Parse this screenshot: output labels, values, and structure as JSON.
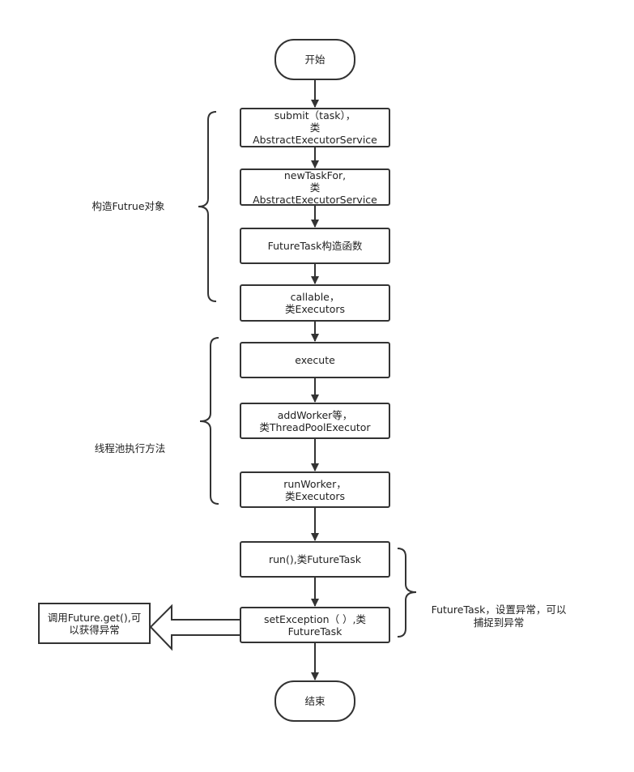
{
  "nodes": {
    "start": {
      "lines": [
        "开始"
      ]
    },
    "submit": {
      "lines": [
        "submit（task），",
        "类",
        "AbstractExecutorService"
      ]
    },
    "newTaskFor": {
      "lines": [
        "newTaskFor,",
        "类",
        "AbstractExecutorService"
      ]
    },
    "futureTaskCtor": {
      "lines": [
        "FutureTask构造函数"
      ]
    },
    "callable": {
      "lines": [
        "callable，",
        "类Executors"
      ]
    },
    "execute": {
      "lines": [
        "execute"
      ]
    },
    "addWorker": {
      "lines": [
        "addWorker等，",
        "类ThreadPoolExecutor"
      ]
    },
    "runWorker": {
      "lines": [
        "runWorker，",
        "类Executors"
      ]
    },
    "run": {
      "lines": [
        "run(),类FutureTask"
      ]
    },
    "setException": {
      "lines": [
        "setException（ ）,类",
        "FutureTask"
      ]
    },
    "end": {
      "lines": [
        "结束"
      ]
    },
    "futureGet": {
      "lines": [
        "调用Future.get(),可",
        "以获得异常"
      ]
    }
  },
  "groups": {
    "construct": {
      "lines": [
        "构造Futrue对象"
      ]
    },
    "poolExec": {
      "lines": [
        "线程池执行方法"
      ]
    },
    "futureTask": {
      "lines": [
        "FutureTask，设置异常，可以",
        "捕捉到异常"
      ]
    }
  },
  "colors": {
    "stroke": "#333333",
    "background": "#ffffff",
    "text": "#222222"
  }
}
